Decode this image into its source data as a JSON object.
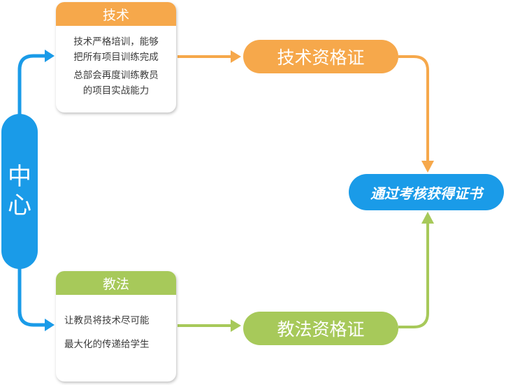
{
  "center": {
    "char1": "中",
    "char2": "心"
  },
  "tech_card": {
    "title": "技术",
    "line1": "技术严格培训，能够",
    "line2": "把所有项目训练完成",
    "line3": "总部会再度训练教员",
    "line4": "的项目实战能力"
  },
  "teach_card": {
    "title": "教法",
    "line1": "让教员将技术尽可能",
    "line2": "最大化的传递给学生"
  },
  "tech_cert": "技术资格证",
  "teach_cert": "教法资格证",
  "final": "通过考核获得证书",
  "colors": {
    "blue": "#1a9be8",
    "orange": "#f6a84b",
    "green": "#a7c95a"
  }
}
